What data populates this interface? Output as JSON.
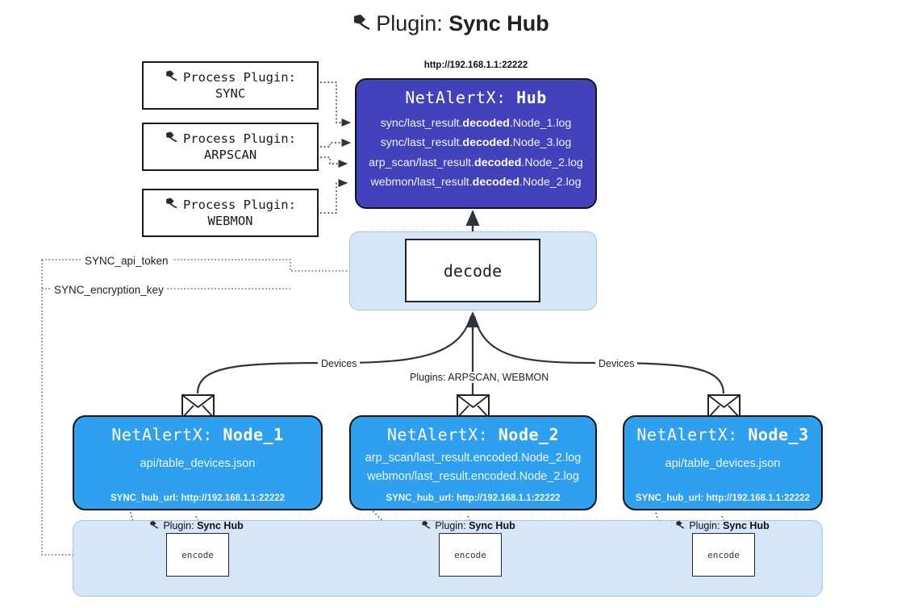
{
  "title": {
    "prefix": "Plugin:",
    "name": "Sync Hub",
    "icon": "plug-icon"
  },
  "process_plugins": [
    {
      "label": "Process Plugin:",
      "name": "SYNC",
      "icon": "plug-icon"
    },
    {
      "label": "Process Plugin:",
      "name": "ARPSCAN",
      "icon": "plug-icon"
    },
    {
      "label": "Process Plugin:",
      "name": "WEBMON",
      "icon": "plug-icon"
    }
  ],
  "hub": {
    "url": "http://192.168.1.1:22222",
    "title_prefix": "NetAlertX:",
    "title_name": "Hub",
    "color": "#4242bd",
    "lines": [
      {
        "pre": "sync/last_result.",
        "em": "decoded",
        "post": ".Node_1.log"
      },
      {
        "pre": "sync/last_result.",
        "em": "decoded",
        "post": ".Node_3.log"
      },
      {
        "pre": "arp_scan/last_result.",
        "em": "decoded",
        "post": ".Node_2.log"
      },
      {
        "pre": "webmon/last_result.",
        "em": "decoded",
        "post": ".Node_2.log"
      }
    ]
  },
  "decode": {
    "label": "decode",
    "container_color": "#d4e6f8"
  },
  "keys": {
    "api_token": "SYNC_api_token",
    "encryption_key": "SYNC_encryption_key"
  },
  "edges": {
    "devices_left": "Devices",
    "devices_right": "Devices",
    "plugins_mid": "Plugins: ARPSCAN, WEBMON"
  },
  "nodes": [
    {
      "title_prefix": "NetAlertX:",
      "title_name": "Node_1",
      "color": "#2fa0f0",
      "lines": [
        "api/table_devices.json"
      ],
      "url_label": "SYNC_hub_url: http://192.168.1.1:22222"
    },
    {
      "title_prefix": "NetAlertX:",
      "title_name": "Node_2",
      "color": "#2fa0f0",
      "lines": [
        "arp_scan/last_result.encoded.Node_2.log",
        "webmon/last_result.encoded.Node_2.log"
      ],
      "url_label": "SYNC_hub_url: http://192.168.1.1:22222"
    },
    {
      "title_prefix": "NetAlertX:",
      "title_name": "Node_3",
      "color": "#2fa0f0",
      "lines": [
        "api/table_devices.json"
      ],
      "url_label": "SYNC_hub_url: http://192.168.1.1:22222"
    }
  ],
  "encoders": [
    {
      "plugin_prefix": "Plugin:",
      "plugin_name": "Sync Hub",
      "label": "encode",
      "icon": "plug-icon"
    },
    {
      "plugin_prefix": "Plugin:",
      "plugin_name": "Sync Hub",
      "label": "encode",
      "icon": "plug-icon"
    },
    {
      "plugin_prefix": "Plugin:",
      "plugin_name": "Sync Hub",
      "label": "encode",
      "icon": "plug-icon"
    }
  ],
  "icons": {
    "envelope": "envelope-icon",
    "plug": "plug-icon"
  }
}
